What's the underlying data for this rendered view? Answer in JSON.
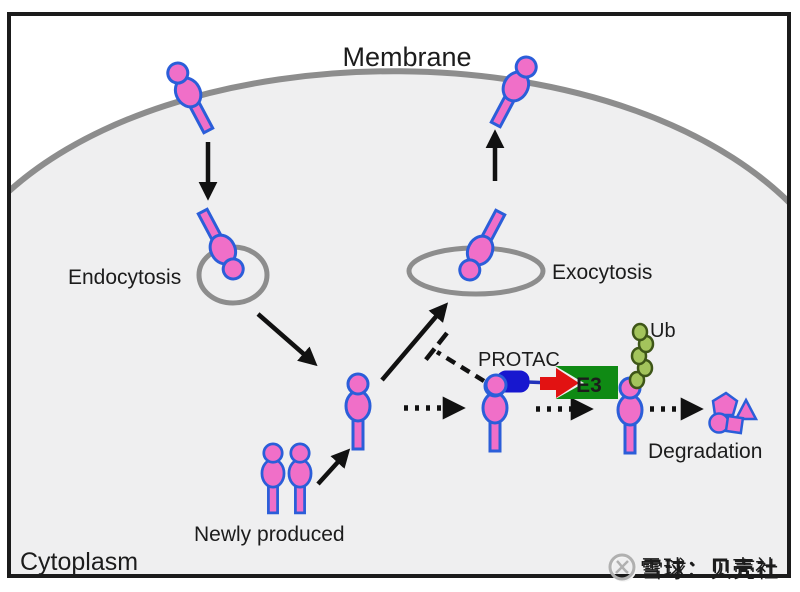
{
  "diagram": {
    "title_context": "PROTAC-mediated membrane protein degradation pathway",
    "labels": {
      "membrane": "Membrane",
      "cytoplasm": "Cytoplasm",
      "endocytosis": "Endocytosis",
      "exocytosis": "Exocytosis",
      "newly_produced": "Newly produced",
      "protac": "PROTAC",
      "e3": "E3",
      "ub": "Ub",
      "degradation": "Degradation"
    },
    "watermark": {
      "text": "雪球：贝壳社",
      "logo": "xueqiu-snowball-logo"
    },
    "colors": {
      "protein_fill": "#f06fc8",
      "protein_stroke": "#2b5ed9",
      "membrane_gray": "#8d8d8d",
      "cytoplasm_fill": "#efeff0",
      "vesicle_stroke": "#8d8d8d",
      "e3_box_fill": "#0f8a14",
      "e3_text": "#8fd34a",
      "protac_ligand_blue": "#1717cf",
      "recruit_arrow_red": "#e21212",
      "ubiquitin_fill": "#a3c45c",
      "ubiquitin_stroke": "#3e5618",
      "arrow_black": "#111111",
      "border_black": "#1b1b1b",
      "watermark_gray": "#b0b0b0"
    }
  }
}
